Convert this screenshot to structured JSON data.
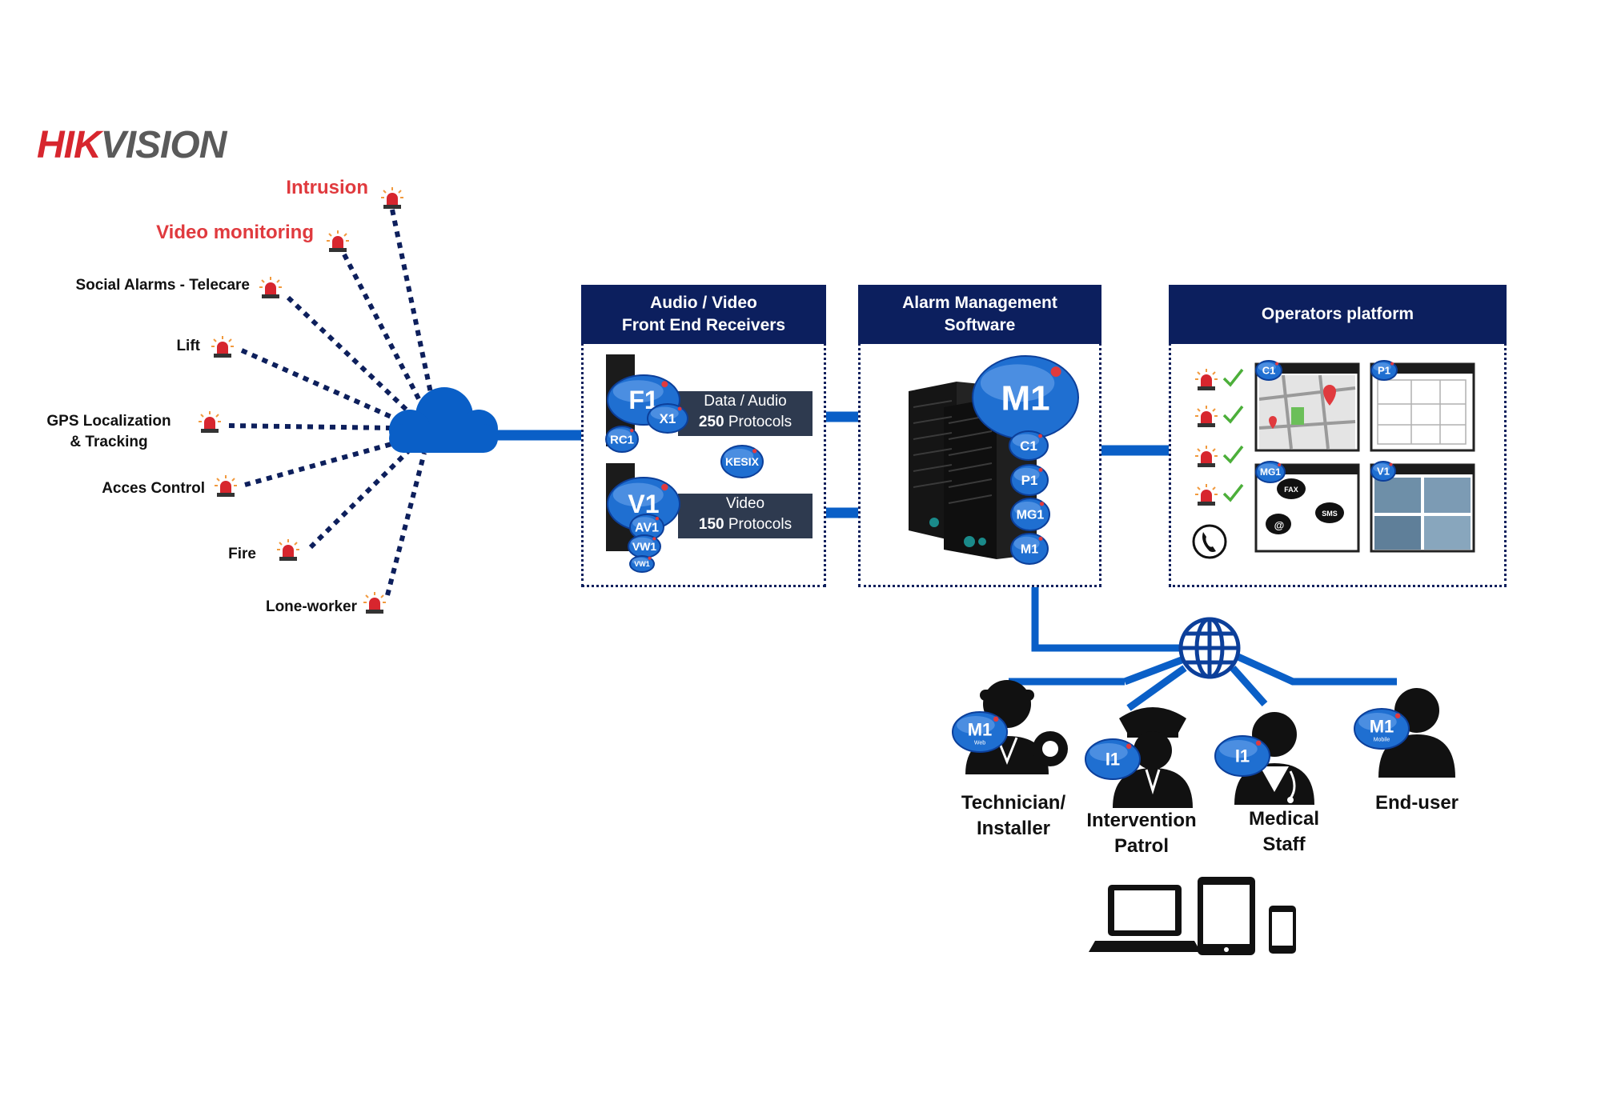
{
  "brand": {
    "logo_text": "HIKVISION"
  },
  "sources": [
    {
      "label": "Intrusion",
      "highlight": true
    },
    {
      "label": "Video monitoring",
      "highlight": true
    },
    {
      "label": "Social Alarms - Telecare",
      "highlight": false
    },
    {
      "label": "Lift",
      "highlight": false
    },
    {
      "label": "GPS Localization\n& Tracking",
      "highlight": false
    },
    {
      "label": "Acces Control",
      "highlight": false
    },
    {
      "label": "Fire",
      "highlight": false
    },
    {
      "label": "Lone-worker",
      "highlight": false
    }
  ],
  "receivers": {
    "title_line1": "Audio / Video",
    "title_line2": "Front End Receivers",
    "data_box": {
      "line1": "Data / Audio",
      "line2_num": "250",
      "line2_text": " Protocols"
    },
    "video_box": {
      "line1": "Video",
      "line2_num": "150",
      "line2_text": " Protocols"
    },
    "badges": [
      "F1",
      "X1",
      "RC1",
      "KESIX",
      "V1",
      "AV1",
      "VW1",
      "VW1"
    ]
  },
  "software": {
    "title_line1": "Alarm Management",
    "title_line2": "Software",
    "badges": [
      "M1",
      "C1",
      "P1",
      "MG1",
      "M1"
    ]
  },
  "operators": {
    "title": "Operators platform",
    "badges": [
      "C1",
      "P1",
      "MG1",
      "V1"
    ],
    "bubbles": [
      "FAX",
      "SMS",
      "@"
    ]
  },
  "users": [
    {
      "label_line1": "Technician/",
      "label_line2": "Installer",
      "badge": "M1",
      "badge_sub": "Web"
    },
    {
      "label_line1": "Intervention",
      "label_line2": "Patrol",
      "badge": "I1",
      "badge_sub": ""
    },
    {
      "label_line1": "Medical",
      "label_line2": "Staff",
      "badge": "I1",
      "badge_sub": ""
    },
    {
      "label_line1": "End-user",
      "label_line2": "",
      "badge": "M1",
      "badge_sub": "Mobile"
    }
  ],
  "colors": {
    "navy": "#0c1f5e",
    "link_blue": "#0a5fc7",
    "alarm_red": "#e03a3e",
    "badge_blue": "#1f6fd1"
  },
  "icons": [
    "alarm-beacon-icon",
    "cloud-icon",
    "server-icon",
    "globe-icon",
    "check-icon",
    "phone-icon",
    "laptop-icon",
    "tablet-icon",
    "smartphone-icon"
  ]
}
